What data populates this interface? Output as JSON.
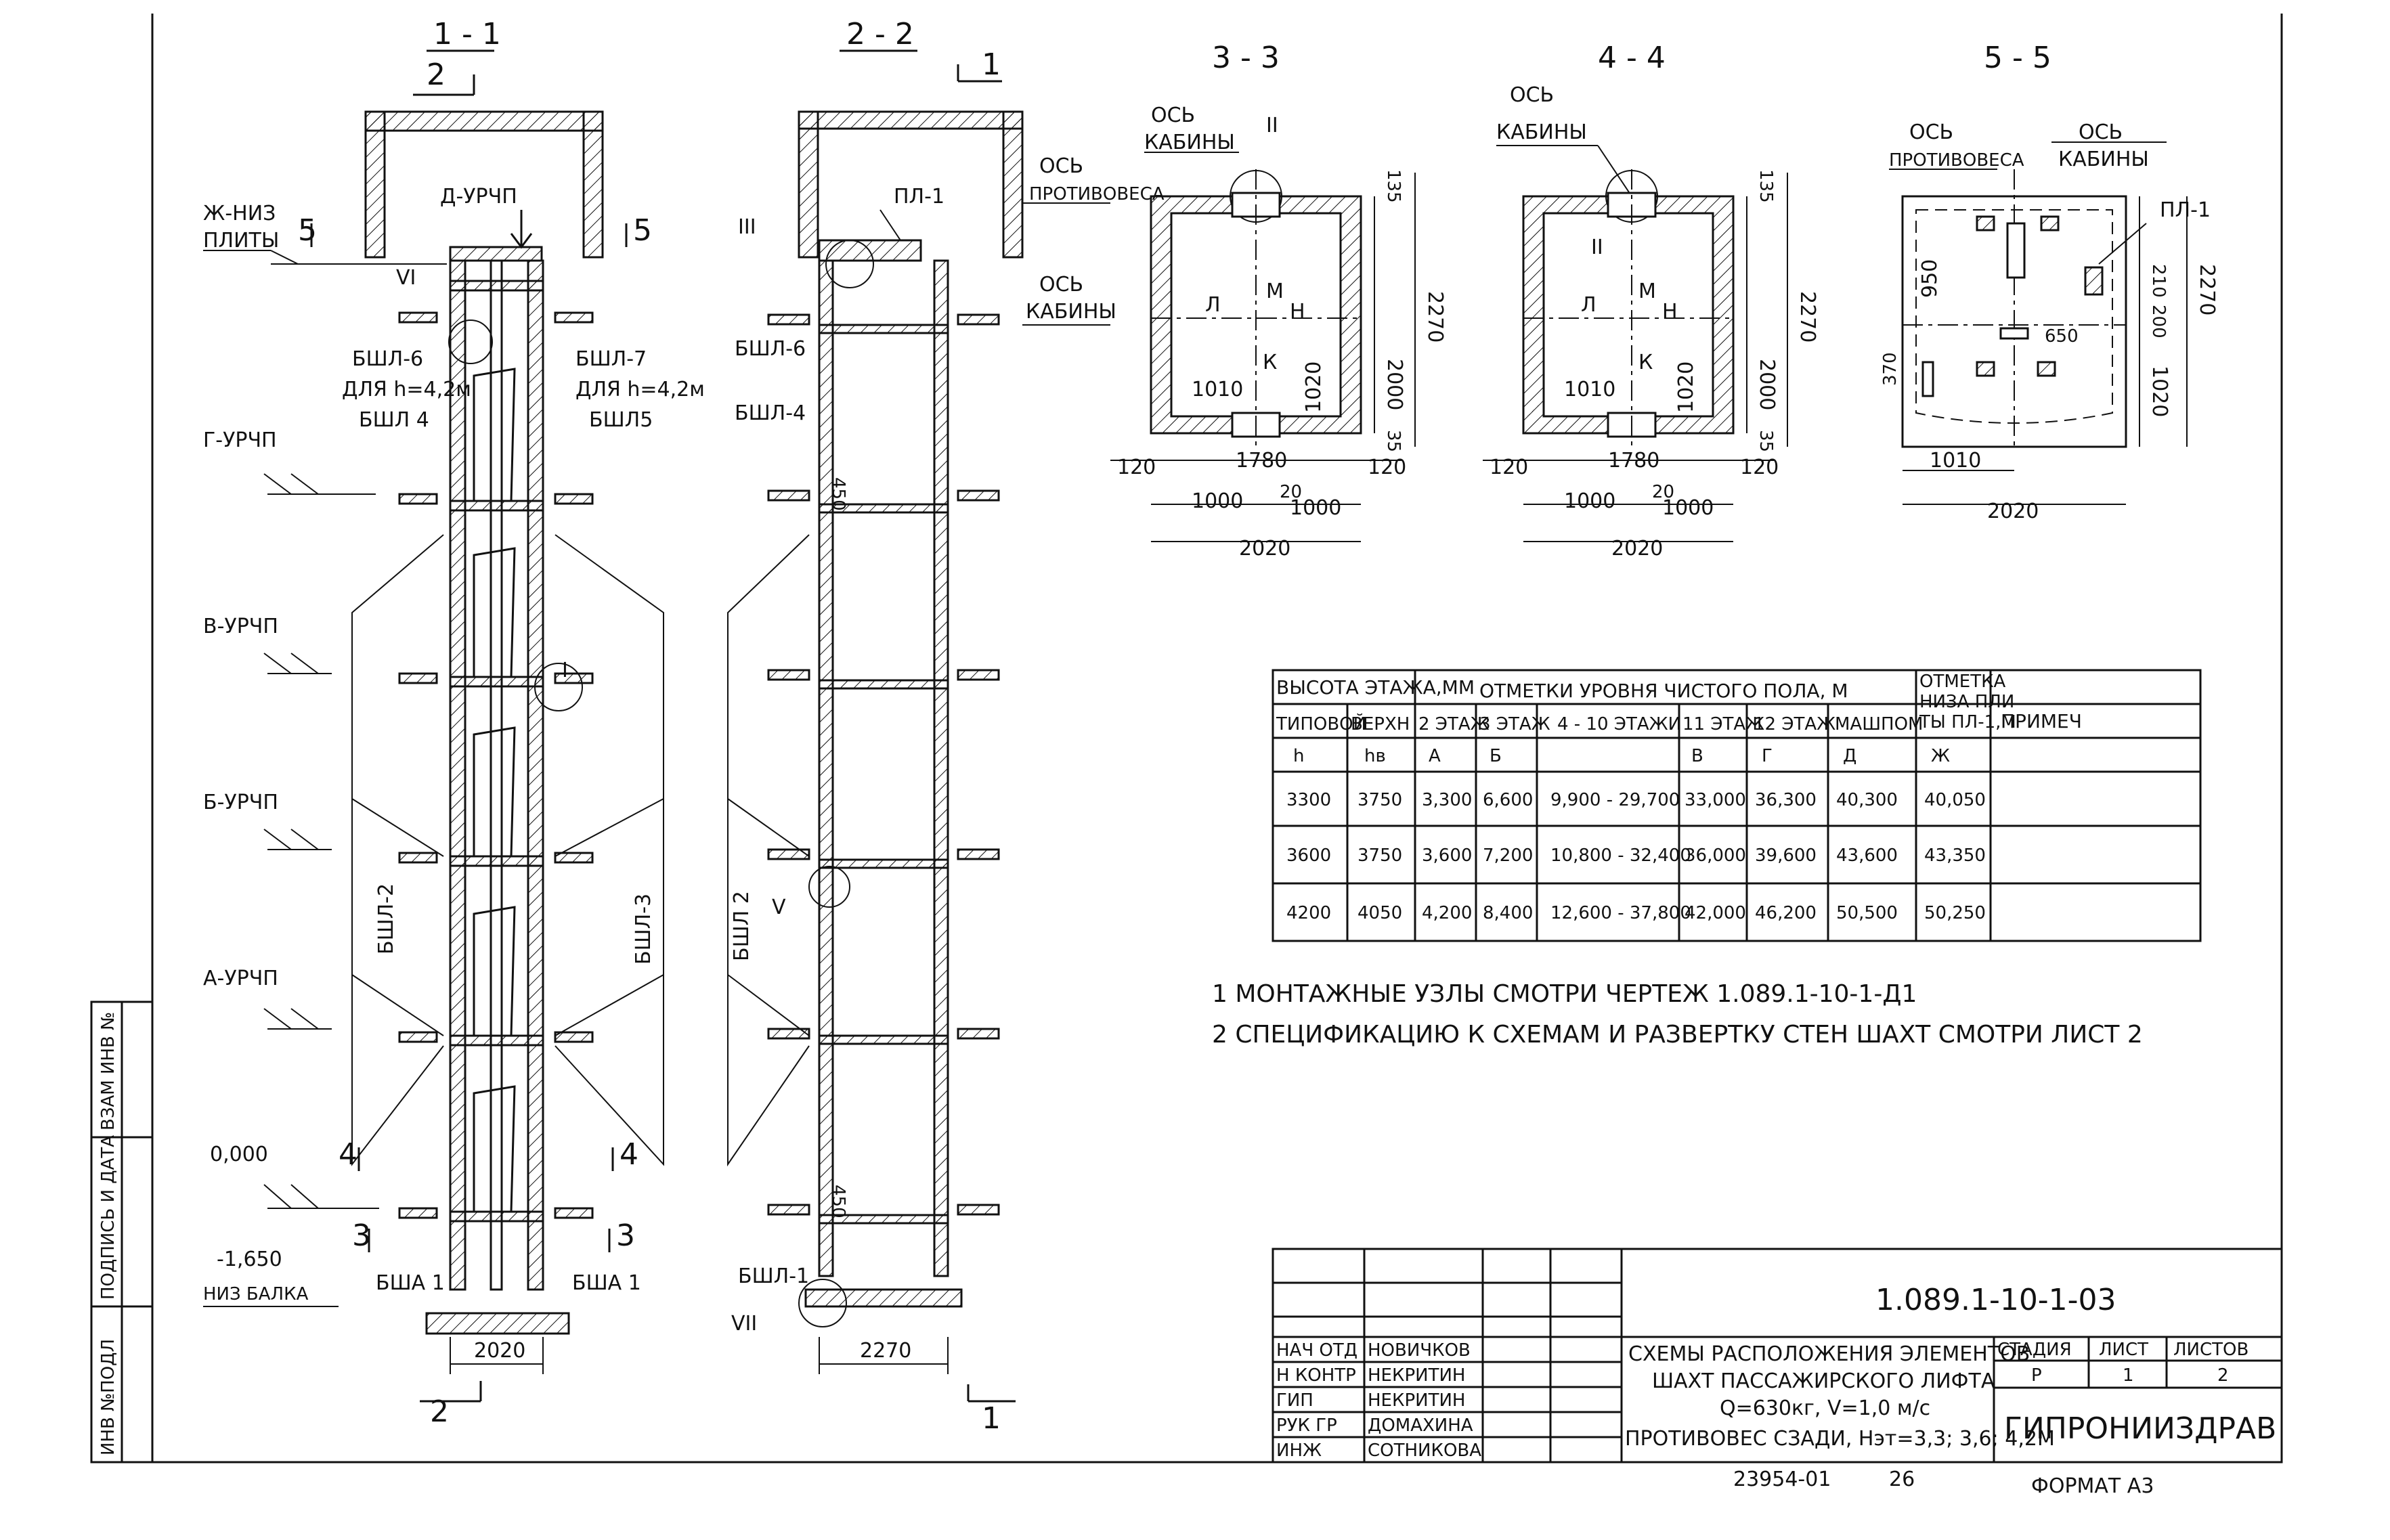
{
  "sections": {
    "s11": "1 - 1",
    "s22": "2 - 2",
    "s33": "3 - 3",
    "s44": "4 - 4",
    "s55": "5 - 5"
  },
  "markers": {
    "one": "1",
    "two": "2",
    "three": "3",
    "four": "4",
    "five": "5"
  },
  "section11": {
    "d_level": "Д-УРЧП",
    "zh_label": "Ж-НИЗ",
    "zh_label2": "ПЛИТЫ",
    "g_level": "Г-УРЧП",
    "v_level": "В-УРЧП",
    "b_level": "Б-УРЧП",
    "a_level": "А-УРЧП",
    "zero": "0,000",
    "minus": "-1,650",
    "niz_balka": "НИЗ БАЛКА",
    "bshl6": "БШЛ-6",
    "bshl7": "БШЛ-7",
    "dlya1": "ДЛЯ h=4,2м",
    "dlya2": "ДЛЯ h=4,2м",
    "bshl4": "БШЛ 4",
    "bshl5": "БШЛ5",
    "bshl2": "БШЛ-2",
    "bshl3": "БШЛ-3",
    "bsha1a": "БША 1",
    "bsha1b": "БША 1",
    "width": "2020",
    "node_vi": "VI",
    "node_i": "I"
  },
  "section22": {
    "pl1": "ПЛ-1",
    "os_prot": "ОСЬ",
    "os_prot2": "ПРОТИВОВЕСА",
    "os_kab": "ОСЬ",
    "os_kab2": "КАБИНЫ",
    "bshl6": "БШЛ-6",
    "bshl4": "БШЛ-4",
    "bshl2": "БШЛ 2",
    "bshl1": "БШЛ-1",
    "d450a": "450",
    "d450b": "450",
    "width": "2270",
    "node_iii": "III",
    "node_v": "V",
    "node_vii": "VII"
  },
  "plan33": {
    "os": "ОСЬ",
    "kab": "КАБИНЫ",
    "node": "II",
    "l": "Л",
    "m": "М",
    "n": "Н",
    "k": "К",
    "d1010": "1010",
    "d1020": "1020",
    "d2000": "2000",
    "d2270": "2270",
    "d135": "135",
    "d35": "35",
    "d120a": "120",
    "d1780": "1780",
    "d120b": "120",
    "d1000a": "1000",
    "d20": "20",
    "d1000b": "1000",
    "d2020": "2020"
  },
  "plan44": {
    "os": "ОСЬ",
    "kab": "КАБИНЫ",
    "node": "II",
    "l": "Л",
    "m": "М",
    "n": "Н",
    "k": "К",
    "d1010": "1010",
    "d1020": "1020",
    "d2000": "2000",
    "d2270": "2270",
    "d135": "135",
    "d35": "35",
    "d120a": "120",
    "d1780": "1780",
    "d120b": "120",
    "d1000a": "1000",
    "d20": "20",
    "d1000b": "1000",
    "d2020": "2020"
  },
  "plan55": {
    "os1": "ОСЬ",
    "prot": "ПРОТИВОВЕСА",
    "os2": "ОСЬ",
    "kab": "КАБИНЫ",
    "pl1": "ПЛ-1",
    "d950": "950",
    "d370": "370",
    "d650": "650",
    "d210": "210",
    "d200": "200",
    "d1020": "1020",
    "d2270": "2270",
    "d1010": "1010",
    "d2020": "2020"
  },
  "table": {
    "h_floor": "ВЫСОТА ЭТАЖА,ММ",
    "h_marks": "ОТМЕТКИ УРОВНЯ ЧИСТОГО ПОЛА, М",
    "h_pit1": "ОТМЕТКА",
    "h_pit2": "НИЗА ПЛИ",
    "h_pit3": "ТЫ ПЛ-1,М",
    "h_note": "ПРИМЕЧ",
    "sub_typ": "ТИПОВОЙ",
    "sub_top": "ВЕРХН",
    "sub_2": "2 ЭТАЖ",
    "sub_3": "3 ЭТАЖ",
    "sub_410": "4 - 10 ЭТАЖИ",
    "sub_11": "11 ЭТАЖ",
    "sub_12": "12 ЭТАЖ",
    "sub_mash": "МАШПОМ",
    "sym": [
      "h",
      "hв",
      "А",
      "Б",
      "",
      "В",
      "Г",
      "Д",
      "Ж"
    ],
    "rows": [
      [
        "3300",
        "3750",
        "3,300",
        "6,600",
        "9,900 - 29,700",
        "33,000",
        "36,300",
        "40,300",
        "40,050"
      ],
      [
        "3600",
        "3750",
        "3,600",
        "7,200",
        "10,800 - 32,400",
        "36,000",
        "39,600",
        "43,600",
        "43,350"
      ],
      [
        "4200",
        "4050",
        "4,200",
        "8,400",
        "12,600 - 37,800",
        "42,000",
        "46,200",
        "50,500",
        "50,250"
      ]
    ]
  },
  "notes": {
    "n1": "1 МОНТАЖНЫЕ УЗЛЫ СМОТРИ ЧЕРТЕЖ 1.089.1-10-1-Д1",
    "n2": "2 СПЕЦИФИКАЦИЮ К СХЕМАМ И РАЗВЕРТКУ СТЕН ШАХТ СМОТРИ ЛИСТ 2"
  },
  "titleblock": {
    "code": "1.089.1-10-1-03",
    "roles": [
      "НАЧ ОТД",
      "Н КОНТР",
      "ГИП",
      "РУК ГР",
      "ИНЖ"
    ],
    "names": [
      "НОВИЧКОВ",
      "НЕКРИТИН",
      "НЕКРИТИН",
      "ДОМАХИНА",
      "СОТНИКОВА"
    ],
    "title1": "СХЕМЫ РАСПОЛОЖЕНИЯ ЭЛЕМЕНТОВ",
    "title2": "ШАХТ ПАССАЖИРСКОГО ЛИФТА",
    "title3": "Q=630кг, V=1,0 м/с",
    "title4": "ПРОТИВОВЕС СЗАДИ, Нэт=3,3; 3,6; 4,2М",
    "stage_h": "СТАДИЯ",
    "sheet_h": "ЛИСТ",
    "sheets_h": "ЛИСТОВ",
    "stage": "Р",
    "sheet": "1",
    "sheets": "2",
    "org": "ГИПРОНИИЗДРАВ",
    "number": "23954-01",
    "page": "26",
    "format": "ФОРМАТ А3"
  },
  "side": {
    "s1": "ИНВ №ПОДЛ",
    "s2": "ПОДПИСЬ И ДАТА",
    "s3": "ВЗАМ ИНВ №"
  }
}
